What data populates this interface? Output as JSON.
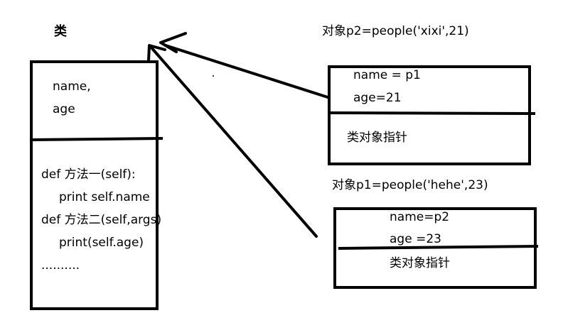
{
  "class_box": {
    "title": "类",
    "attributes": [
      "name,",
      "age"
    ],
    "methods": [
      "def 方法一(self):",
      "print self.name",
      "def 方法二(self,args)",
      "print(self.age)",
      ".........."
    ]
  },
  "object_p2": {
    "caption": "对象p2=people('xixi',21)",
    "fields": [
      "name = p1",
      "age=21"
    ],
    "pointer_label": "类对象指针"
  },
  "object_p1": {
    "caption": "对象p1=people('hehe',23)",
    "fields": [
      "name=p2",
      "age =23"
    ],
    "pointer_label": "类对象指针"
  },
  "colors": {
    "stroke": "#000000",
    "background": "#ffffff"
  }
}
